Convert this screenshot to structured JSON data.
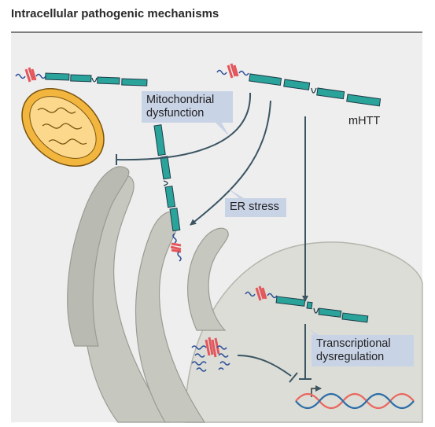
{
  "title": "Intracellular pathogenic mechanisms",
  "labels": {
    "mito_line1": "Mitochondrial",
    "mito_line2": "dysfunction",
    "mhtt": "mHTT",
    "er_stress": "ER stress",
    "tx_line1": "Transcriptional",
    "tx_line2": "dysregulation"
  },
  "colors": {
    "background": "#eeeeee",
    "border": "#7f7f7f",
    "protein": "#2aa39b",
    "protein_outline": "#1f3d49",
    "aggregate": "#e3575c",
    "arrow": "#3b5563",
    "label_box": "#c9d3e6",
    "mito_fill": "#f2b53e",
    "er_fill": "#c6c8c0",
    "nucleus_fill": "#dcddd6",
    "dna_red": "#e9685f",
    "dna_blue": "#2e6ea8"
  }
}
